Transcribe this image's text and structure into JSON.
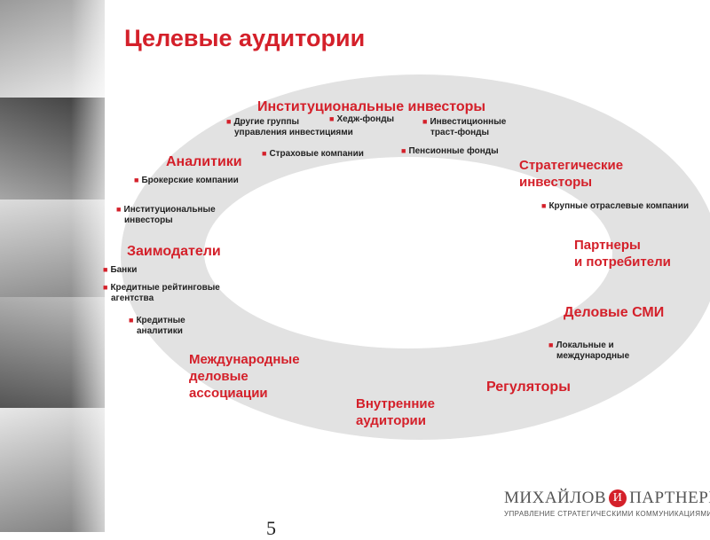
{
  "title": "Целевые аудитории",
  "page_number": "5",
  "colors": {
    "accent": "#d4202a",
    "ring": "#e2e2e2",
    "text": "#222222"
  },
  "groups": {
    "institutional": "Институциональные инвесторы",
    "analysts": "Аналитики",
    "strategic": [
      "Стратегические",
      "инвесторы"
    ],
    "lenders": "Заимодатели",
    "partners": [
      "Партнеры",
      "и потребители"
    ],
    "media": "Деловые СМИ",
    "intl": [
      "Международные",
      "деловые",
      "ассоциации"
    ],
    "internal": [
      "Внутренние",
      "аудитории"
    ],
    "regulators": "Регуляторы"
  },
  "items": {
    "other_groups": [
      "Другие группы",
      "управления инвестициями"
    ],
    "hedge": "Хедж-фонды",
    "trust": [
      "Инвестиционные",
      "траст-фонды"
    ],
    "insurance": "Страховые компании",
    "pension": "Пенсионные фонды",
    "brokerage": "Брокерские компании",
    "inst_investors": [
      "Институциональные",
      "инвесторы"
    ],
    "large_companies": "Крупные отраслевые компании",
    "banks": "Банки",
    "rating": [
      "Кредитные рейтинговые",
      "агентства"
    ],
    "credit_analysts": [
      "Кредитные",
      "аналитики"
    ],
    "local": [
      "Локальные и",
      "международные"
    ]
  },
  "logo": {
    "left": "МИХАЙЛОВ",
    "amp": "И",
    "right": "ПАРТНЕРЫ",
    "sub": "УПРАВЛЕНИЕ СТРАТЕГИЧЕСКИМИ КОММУНИКАЦИЯМИ"
  }
}
